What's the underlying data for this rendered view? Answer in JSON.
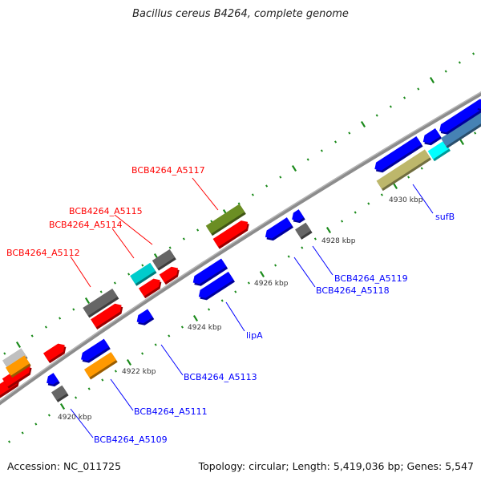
{
  "title": "Bacillus cereus B4264, complete genome",
  "footer": {
    "accession": "Accession: NC_011725",
    "summary": "Topology: circular; Length: 5,419,036 bp; Genes: 5,547"
  },
  "colors": {
    "backbone": "#8c8c8c",
    "ticks": "#1a8a1a",
    "forward_label": "#ff0000",
    "reverse_label": "#0000ff",
    "red": "#ff0000",
    "blue": "#0000ff",
    "gray": "#666666",
    "lightgray": "#c0c0c0",
    "orange": "#ff9900",
    "cyan": "#00cccc",
    "brightcyan": "#00ffff",
    "olive": "#6b8e23",
    "khaki": "#bdb76b",
    "steelblue": "#4682b4"
  },
  "ticks": [
    "4920 kbp",
    "4922 kbp",
    "4924 kbp",
    "4926 kbp",
    "4928 kbp",
    "4930 kbp"
  ],
  "labels": {
    "forward": [
      "BCB4264_A5117",
      "BCB4264_A5115",
      "BCB4264_A5114",
      "BCB4264_A5112"
    ],
    "reverse": [
      "BCB4264_A5109",
      "BCB4264_A5111",
      "BCB4264_A5113",
      "lipA",
      "BCB4264_A5118",
      "BCB4264_A5119",
      "sufB"
    ]
  }
}
